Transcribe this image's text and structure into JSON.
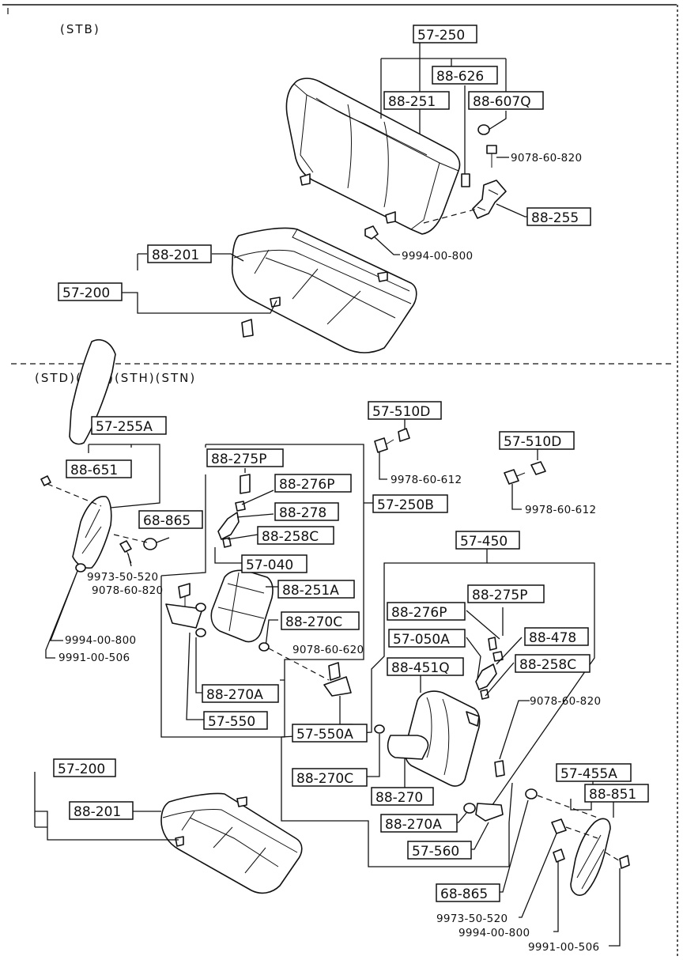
{
  "variants": {
    "top": "(STB)",
    "bottom": "(STD)(STF)(STH)(STN)"
  },
  "labels": {
    "stb_57_250": "57-250",
    "stb_88_626": "88-626",
    "stb_88_251": "88-251",
    "stb_88_607q": "88-607Q",
    "stb_9078_60_820": "9078-60-820",
    "stb_88_255": "88-255",
    "stb_9994_00_800": "9994-00-800",
    "stb_88_201": "88-201",
    "stb_57_200": "57-200",
    "b_57_510d_a": "57-510D",
    "b_9978_60_612_a": "9978-60-612",
    "b_57_510d_b": "57-510D",
    "b_9978_60_612_b": "9978-60-612",
    "b_57_255a": "57-255A",
    "b_88_651": "88-651",
    "b_68_865_left": "68-865",
    "b_9973_50_520_left": "9973-50-520",
    "b_9078_60_820_left": "9078-60-820",
    "b_9994_00_800_left": "9994-00-800",
    "b_9991_00_506_left": "9991-00-506",
    "b_88_275p_left": "88-275P",
    "b_88_276p_left": "88-276P",
    "b_88_278": "88-278",
    "b_88_258c_left": "88-258C",
    "b_57_040": "57-040",
    "b_88_251a": "88-251A",
    "b_88_270c_left": "88-270C",
    "b_88_270a_left": "88-270A",
    "b_57_550": "57-550",
    "b_57_250b": "57-250B",
    "b_9078_60_620": "9078-60-620",
    "b_57_550a": "57-550A",
    "b_57_450": "57-450",
    "b_88_275p_right": "88-275P",
    "b_88_276p_right": "88-276P",
    "b_88_478": "88-478",
    "b_57_050a": "57-050A",
    "b_88_258c_right": "88-258C",
    "b_88_451q": "88-451Q",
    "b_9078_60_820_right": "9078-60-820",
    "b_88_270c_right": "88-270C",
    "b_88_270": "88-270",
    "b_88_270a_right": "88-270A",
    "b_57_560": "57-560",
    "b_57_455a": "57-455A",
    "b_88_851": "88-851",
    "b_57_200": "57-200",
    "b_88_201": "88-201",
    "b_68_865_right": "68-865",
    "b_9973_50_520_right": "9973-50-520",
    "b_9994_00_800_right": "9994-00-800",
    "b_9991_00_506_right": "9991-00-506"
  }
}
